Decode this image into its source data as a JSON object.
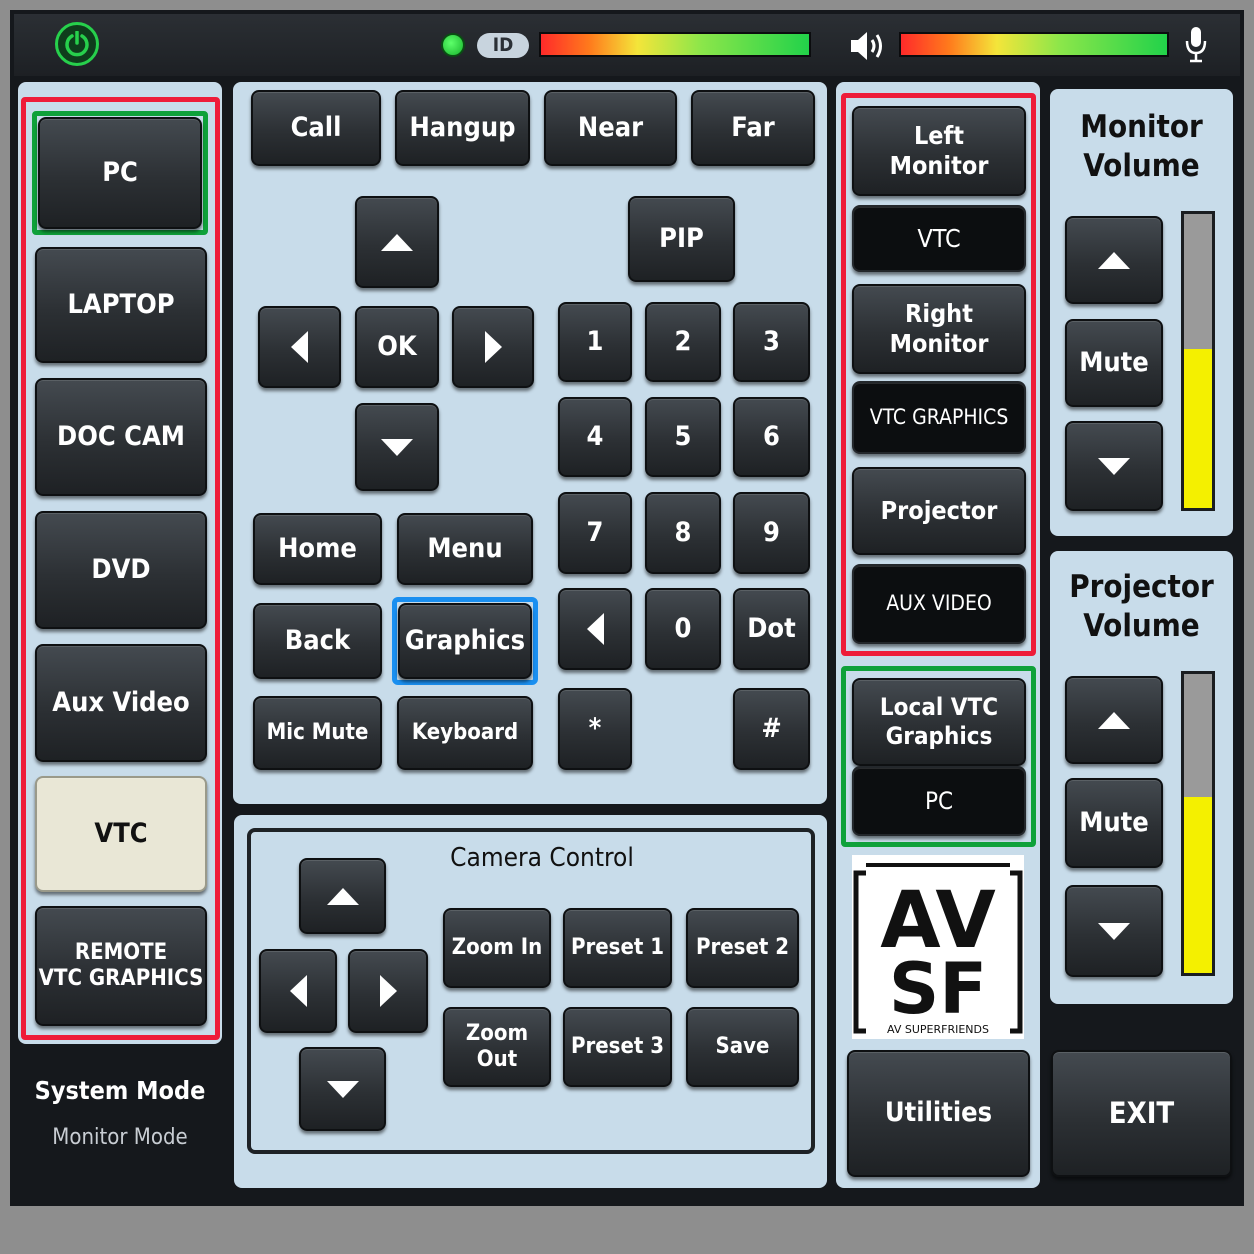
{
  "header": {
    "id_label": "ID",
    "icons": [
      "power-icon",
      "status-led-icon",
      "speaker-icon",
      "microphone-icon"
    ]
  },
  "sources": {
    "items": [
      "PC",
      "LAPTOP",
      "DOC CAM",
      "DVD",
      "Aux Video",
      "VTC",
      "REMOTE\nVTC GRAPHICS"
    ],
    "selected": "VTC"
  },
  "system_mode": {
    "title": "System Mode",
    "value": "Monitor Mode"
  },
  "call_controls": {
    "call": "Call",
    "hangup": "Hangup",
    "near": "Near",
    "far": "Far",
    "pip": "PIP"
  },
  "nav": {
    "ok": "OK",
    "home": "Home",
    "menu": "Menu",
    "back": "Back",
    "graphics": "Graphics",
    "mic_mute": "Mic Mute",
    "keyboard": "Keyboard"
  },
  "keypad": {
    "k1": "1",
    "k2": "2",
    "k3": "3",
    "k4": "4",
    "k5": "5",
    "k6": "6",
    "k7": "7",
    "k8": "8",
    "k9": "9",
    "k0": "0",
    "dot": "Dot",
    "star": "*",
    "hash": "#"
  },
  "camera": {
    "title": "Camera Control",
    "zoom_in": "Zoom In",
    "zoom_out": "Zoom Out",
    "preset1": "Preset 1",
    "preset2": "Preset 2",
    "preset3": "Preset 3",
    "save": "Save"
  },
  "displays": {
    "left_monitor": "Left\nMonitor",
    "left_monitor_source": "VTC",
    "right_monitor": "Right\nMonitor",
    "right_monitor_source": "VTC GRAPHICS",
    "projector": "Projector",
    "projector_source": "AUX VIDEO",
    "local_vtc_graphics": "Local VTC\nGraphics",
    "local_vtc_source": "PC"
  },
  "monitor_volume": {
    "title": "Monitor\nVolume",
    "mute": "Mute",
    "level": 0.54
  },
  "projector_volume": {
    "title": "Projector\nVolume",
    "mute": "Mute",
    "level": 0.59
  },
  "logo": {
    "line1": "AV",
    "line2": "SF",
    "tagline": "AV SUPERFRIENDS"
  },
  "footer": {
    "utilities": "Utilities",
    "exit": "EXIT"
  },
  "colors": {
    "selected_red": "#ee1c39",
    "selected_green": "#0fa13a",
    "selected_blue": "#1a8ff0",
    "panel": "#c8dcea",
    "volume_fill": "#f4f000"
  }
}
